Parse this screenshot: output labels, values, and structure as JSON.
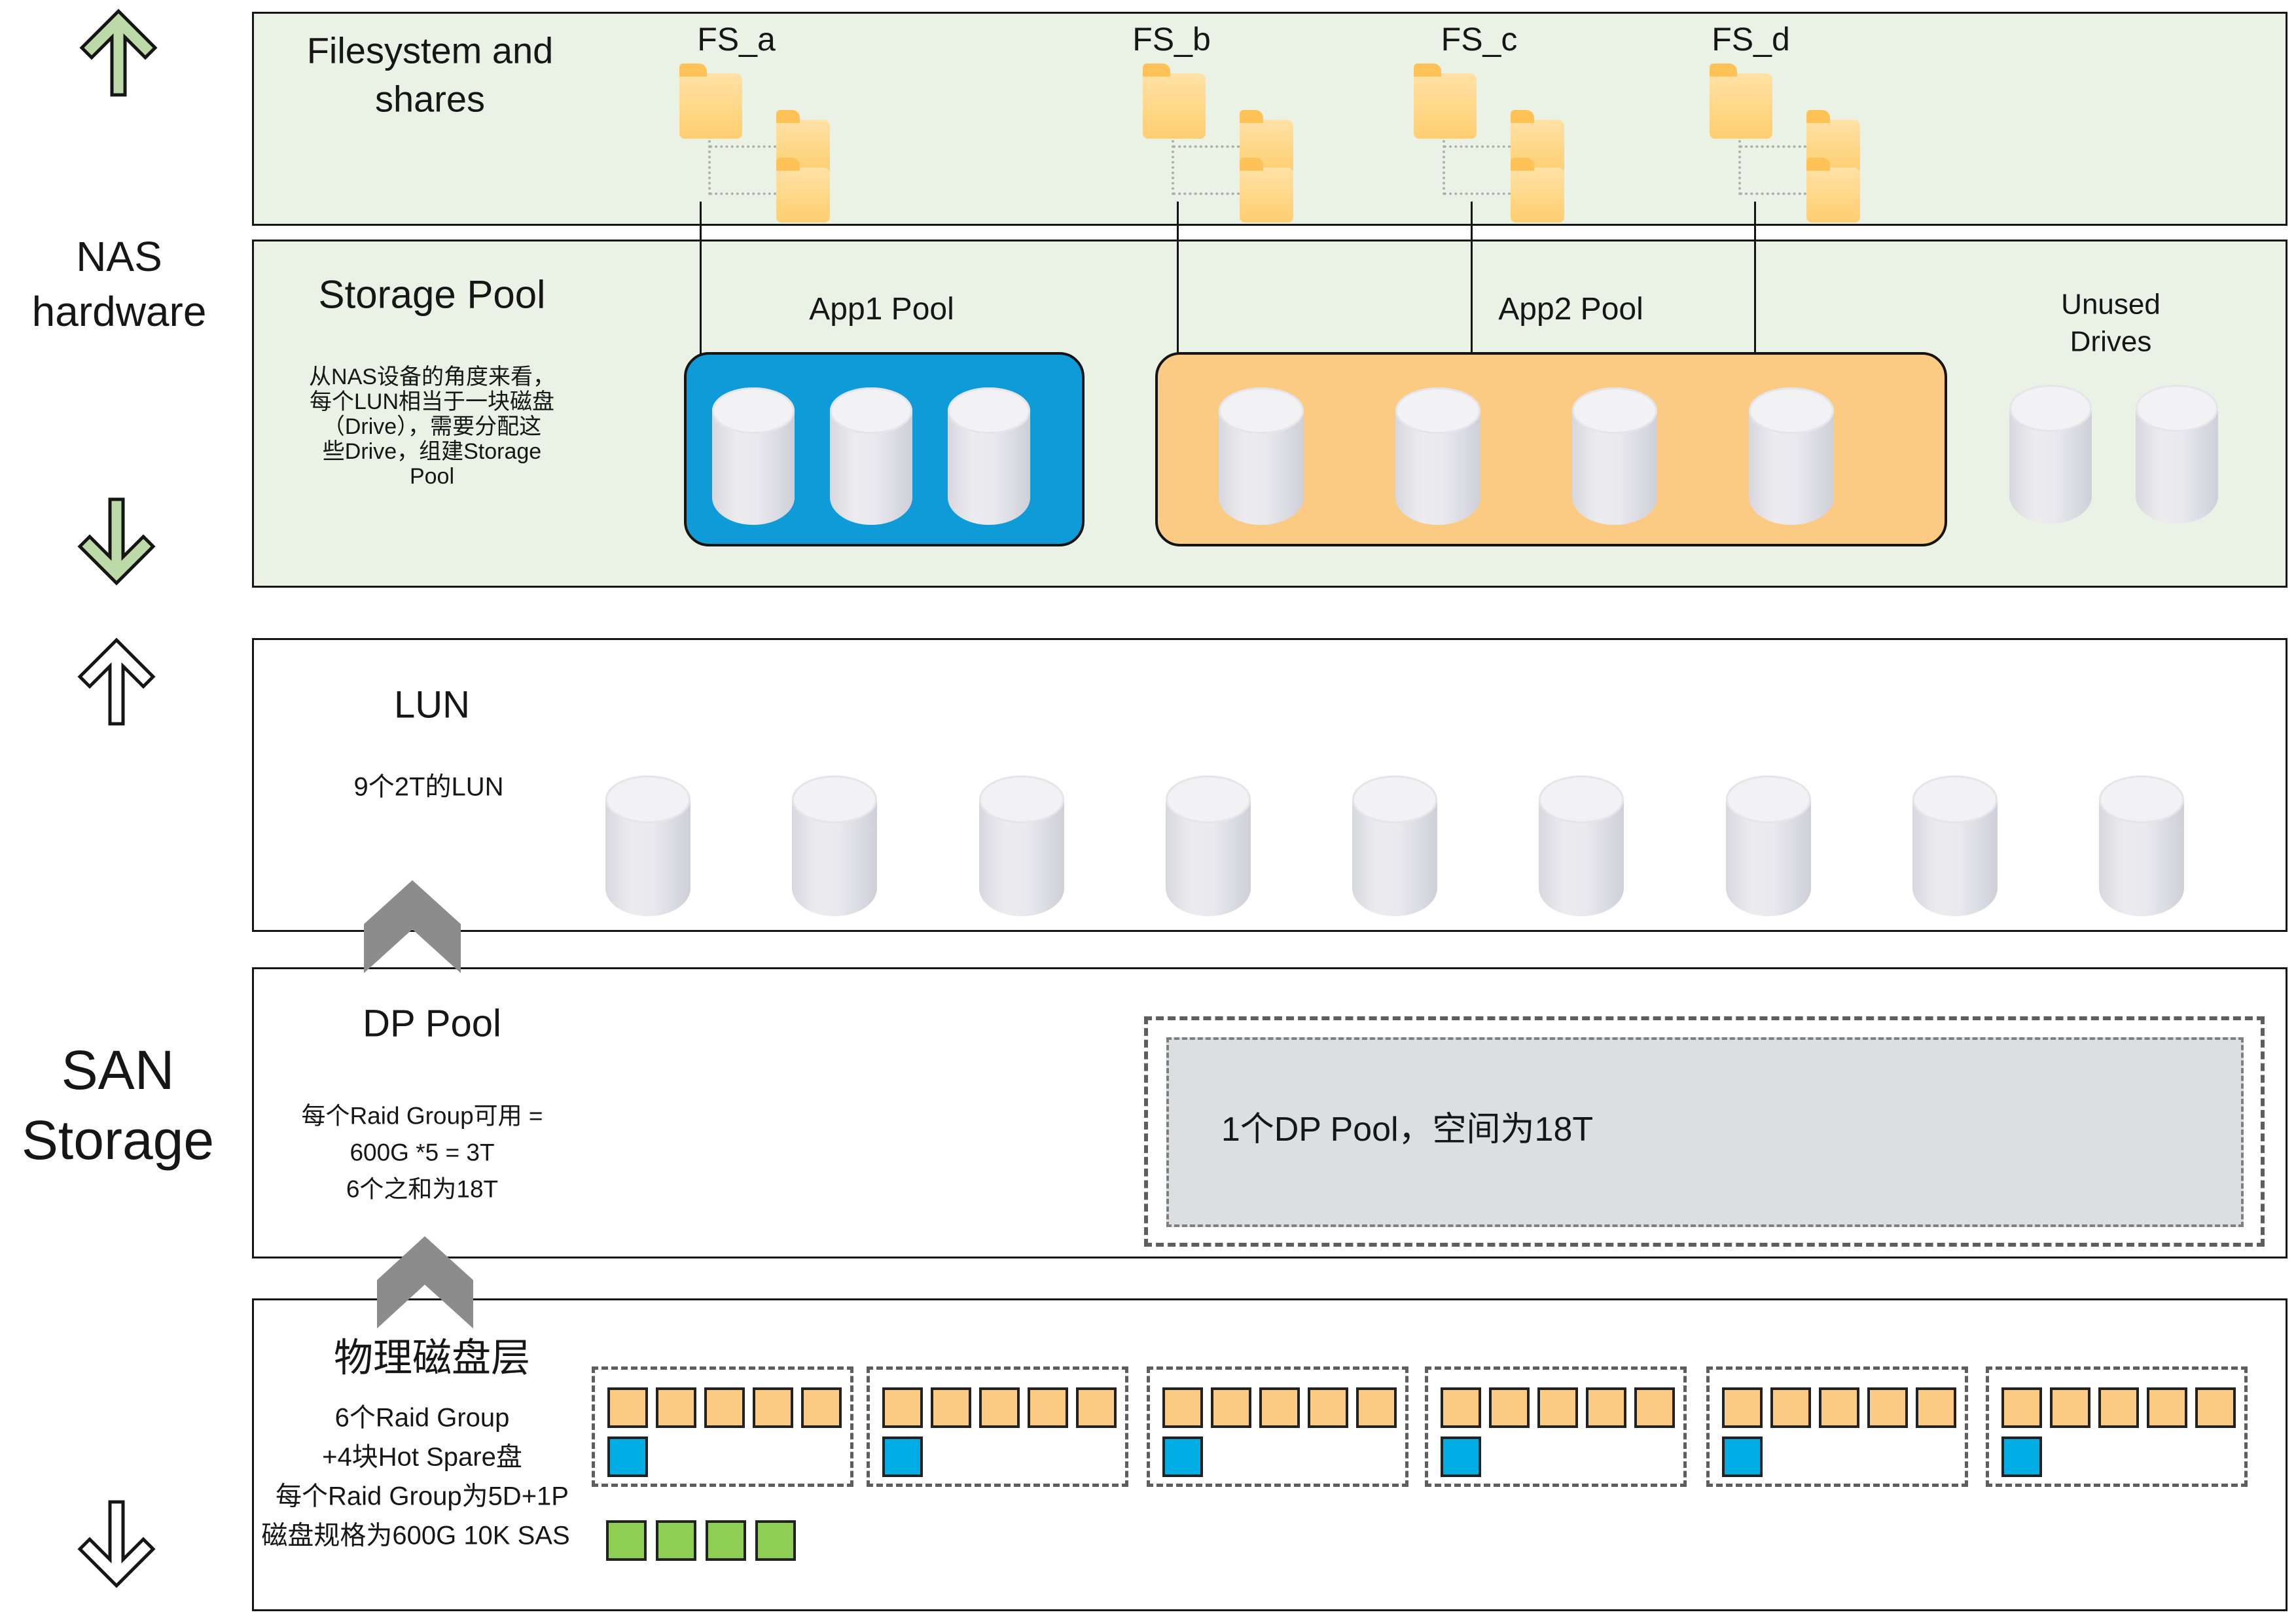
{
  "colors": {
    "section_green_fill": "#E9F2E4",
    "box_border": "#151515",
    "app1_pool_blue": "#0E9BD8",
    "app2_pool_orange": "#FBCA83",
    "raid_disk_orange": "#FBCA83",
    "hot_spare_blue": "#00AEE6",
    "unassigned_disk_green": "#8ECE54",
    "nas_arrow_green": "#BCDAA8",
    "san_arrow_white": "#FFFFFF",
    "flow_chevron_gray": "#8C8C8C",
    "dp_pool_gray_fill": "#DBDFE1",
    "folder_orange": "#FFD47F"
  },
  "left_rail": {
    "nas_label_line1": "NAS",
    "nas_label_line2": "hardware",
    "san_label_line1": "SAN",
    "san_label_line2": "Storage"
  },
  "filesystem_section": {
    "title_line1": "Filesystem and",
    "title_line2": "shares",
    "groups": [
      {
        "label": "FS_a"
      },
      {
        "label": "FS_b"
      },
      {
        "label": "FS_c"
      },
      {
        "label": "FS_d"
      }
    ],
    "subfolders_per_group": 2
  },
  "storage_pool_section": {
    "title": "Storage Pool",
    "note_lines": [
      "从NAS设备的角度来看，",
      "每个LUN相当于一块磁盘",
      "（Drive），需要分配这",
      "些Drive，组建Storage",
      "Pool"
    ],
    "app1_pool": {
      "label": "App1 Pool",
      "drive_count": 3
    },
    "app2_pool": {
      "label": "App2 Pool",
      "drive_count": 4
    },
    "unused": {
      "label_line1": "Unused",
      "label_line2": "Drives",
      "drive_count": 2
    }
  },
  "lun_section": {
    "title": "LUN",
    "note": "9个2T的LUN",
    "lun_count": 9
  },
  "dp_pool_section": {
    "title": "DP Pool",
    "note_lines": [
      "每个Raid Group可用 =",
      "600G *5 = 3T",
      "6个之和为18T"
    ],
    "pool_label": "1个DP Pool，空间为18T"
  },
  "physical_disk_section": {
    "title": "物理磁盘层",
    "note_lines": [
      "6个Raid Group",
      "+4块Hot Spare盘",
      "每个Raid Group为5D+1P",
      "磁盘规格为600G 10K SAS"
    ],
    "raid_group_count": 6,
    "data_disks_per_group": 5,
    "hot_spares_per_group": 1,
    "unassigned_disk_count": 4
  }
}
